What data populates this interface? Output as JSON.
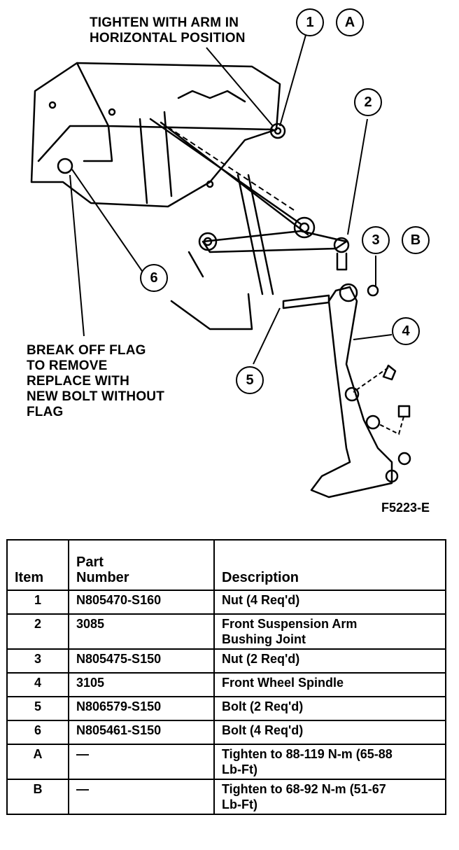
{
  "notes": {
    "top": "TIGHTEN WITH ARM IN\nHORIZONTAL POSITION",
    "left": "BREAK OFF FLAG\nTO REMOVE\nREPLACE WITH\nNEW BOLT WITHOUT\nFLAG"
  },
  "callouts": [
    "1",
    "A",
    "2",
    "3",
    "B",
    "4",
    "5",
    "6"
  ],
  "figure_code": "F5223-E",
  "table": {
    "headers": {
      "item": "Item",
      "part_line1": "Part",
      "part_line2": "Number",
      "description": "Description"
    },
    "rows": [
      {
        "item": "1",
        "part": "N805470-S160",
        "description": "Nut (4 Req'd)"
      },
      {
        "item": "2",
        "part": "3085",
        "description": "Front Suspension Arm\nBushing Joint"
      },
      {
        "item": "3",
        "part": "N805475-S150",
        "description": "Nut (2 Req'd)"
      },
      {
        "item": "4",
        "part": "3105",
        "description": "Front Wheel Spindle"
      },
      {
        "item": "5",
        "part": "N806579-S150",
        "description": "Bolt (2 Req'd)"
      },
      {
        "item": "6",
        "part": "N805461-S150",
        "description": "Bolt (4 Req'd)"
      },
      {
        "item": "A",
        "part": "—",
        "description": "Tighten to 88-119 N-m (65-88\nLb-Ft)"
      },
      {
        "item": "B",
        "part": "—",
        "description": "Tighten to 68-92 N-m (51-67\nLb-Ft)"
      }
    ]
  }
}
